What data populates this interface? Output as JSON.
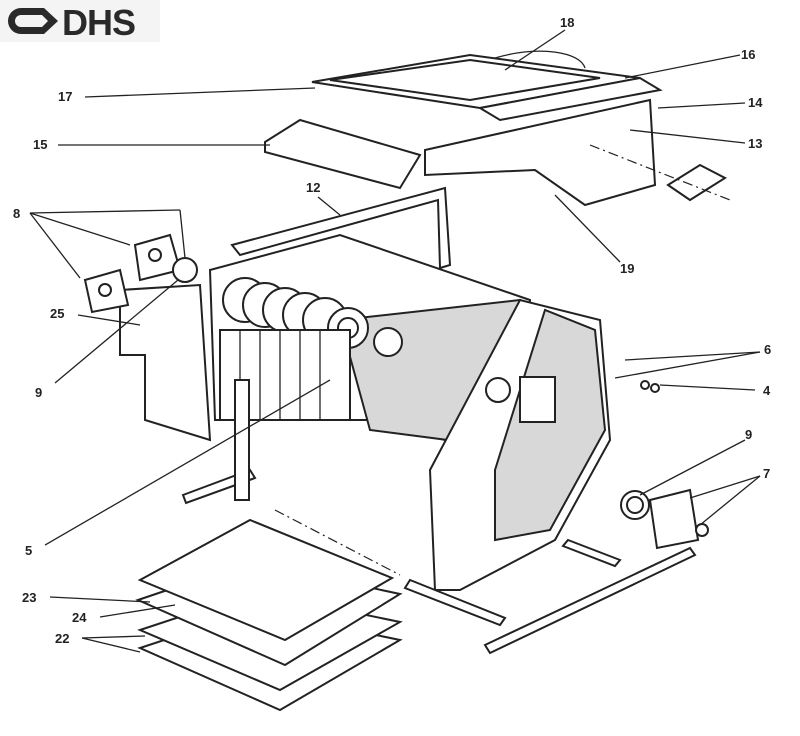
{
  "logo": {
    "text": "DHS"
  },
  "labels": [
    {
      "id": "label-18",
      "text": "18"
    },
    {
      "id": "label-16",
      "text": "16"
    },
    {
      "id": "label-17",
      "text": "17"
    },
    {
      "id": "label-14",
      "text": "14"
    },
    {
      "id": "label-15",
      "text": "15"
    },
    {
      "id": "label-13",
      "text": "13"
    },
    {
      "id": "label-12",
      "text": "12"
    },
    {
      "id": "label-8",
      "text": "8"
    },
    {
      "id": "label-19",
      "text": "19"
    },
    {
      "id": "label-25",
      "text": "25"
    },
    {
      "id": "label-6",
      "text": "6"
    },
    {
      "id": "label-9a",
      "text": "9"
    },
    {
      "id": "label-4",
      "text": "4"
    },
    {
      "id": "label-9b",
      "text": "9"
    },
    {
      "id": "label-7",
      "text": "7"
    },
    {
      "id": "label-5",
      "text": "5"
    },
    {
      "id": "label-23",
      "text": "23"
    },
    {
      "id": "label-24",
      "text": "24"
    },
    {
      "id": "label-22",
      "text": "22"
    }
  ]
}
